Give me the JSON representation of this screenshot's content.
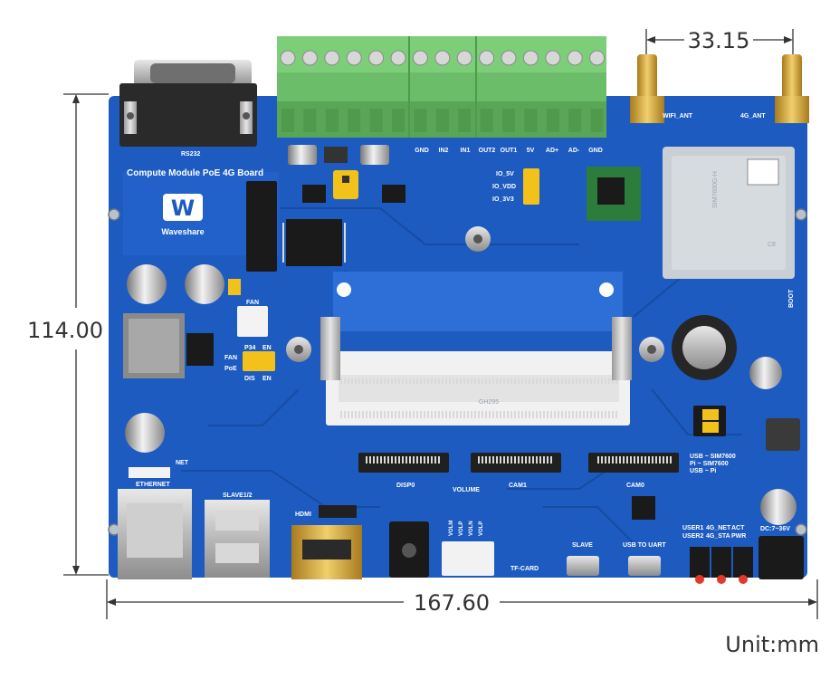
{
  "dimensions": {
    "antenna_spacing": "33.15",
    "height": "114.00",
    "width": "167.60",
    "unit": "Unit:mm"
  },
  "board": {
    "title": "Compute Module PoE 4G Board",
    "brand": "Waveshare",
    "logo_glyph": "W",
    "colors": {
      "pcb": "#1d5bc1",
      "pcb_dark": "#174a9e",
      "terminal": "#6cbd6a",
      "gold": "#e0a93a"
    }
  },
  "silkscreen": {
    "rs232": "RS232",
    "terminal_pins": [
      "GND",
      "IN2",
      "IN1",
      "OUT2",
      "OUT1",
      "5V",
      "AD+",
      "AD-",
      "GND"
    ],
    "wifi_ant": "WIFI_ANT",
    "ant_4g": "4G_ANT",
    "io_5v": "IO_5V",
    "io_vdd": "IO_VDD",
    "io_3v3": "IO_3V3",
    "fan": "FAN",
    "fan_poe": "FAN",
    "poe": "PoE",
    "p34": "P34",
    "en": "EN",
    "en2": "EN",
    "dis": "DIS",
    "net": "NET",
    "ethernet": "ETHERNET",
    "slave12": "SLAVE1/2",
    "hdmi": "HDMI",
    "volume": "VOLUME",
    "vol_pins": [
      "VOLM",
      "VOLP",
      "VOLN",
      "VOLP"
    ],
    "tf_card": "TF-CARD",
    "slave": "SLAVE",
    "usb_to_uart": "USB TO UART",
    "disp0": "DISP0",
    "cam1": "CAM1",
    "cam0": "CAM0",
    "user1": "USER1",
    "user2": "USER2",
    "net_4g": "4G_NET",
    "sta_4g": "4G_STA",
    "act": "ACT",
    "pwr": "PWR",
    "dc_in": "DC:7~36V",
    "usb_sim": "USB ~ SIM7600",
    "usb_pi": "Pi ~ SIM7600",
    "usb_pi2": "USB ~ Pi",
    "sim7600": "SIM7600G-H",
    "ce": "CE",
    "boot": "BOOT",
    "so_dimm": "GH295"
  }
}
